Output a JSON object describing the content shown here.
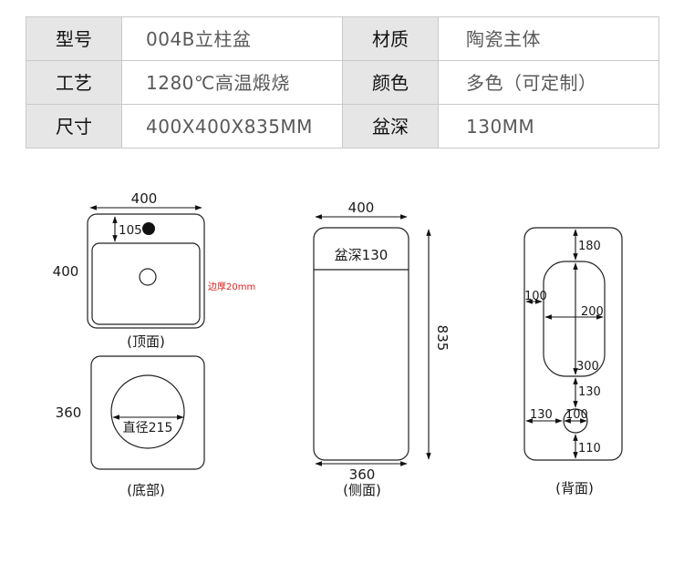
{
  "specs": [
    {
      "k1": "型号",
      "v1": "004B立柱盆",
      "k2": "材质",
      "v2": "陶瓷主体"
    },
    {
      "k1": "工艺",
      "v1": "1280℃高温煅烧",
      "k2": "颜色",
      "v2": "多色（可定制）"
    },
    {
      "k1": "尺寸",
      "v1": "400X400X835MM",
      "k2": "盆深",
      "v2": "130MM"
    }
  ],
  "top_view": {
    "width_label": "400",
    "height_label": "400",
    "hole_label": "105",
    "thickness_note": "边厚20mm",
    "caption": "(顶面)"
  },
  "bottom_view": {
    "height_label": "360",
    "diameter_label": "直径215",
    "caption": "(底部)"
  },
  "side_view": {
    "top_width_label": "400",
    "depth_label": "盆深130",
    "height_label": "835",
    "bottom_width_label": "360",
    "caption": "(侧面)"
  },
  "back_view": {
    "top_label": "180",
    "slot_offset_label": "100",
    "slot_width_label": "200",
    "slot_height_label": "300",
    "gap_label": "130",
    "hole_offset_label": "130",
    "hole_diameter_label": "100",
    "bottom_label": "110",
    "caption": "(背面)"
  },
  "colors": {
    "header_bg": "#e6e6e6",
    "border": "#c9c9c9",
    "note_red": "#e0201f",
    "value_text": "#595959"
  }
}
